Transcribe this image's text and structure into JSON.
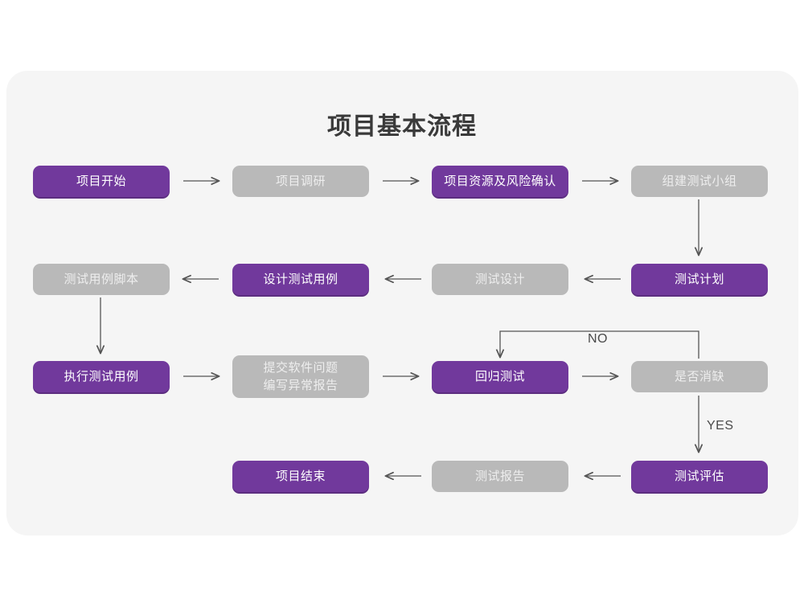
{
  "page": {
    "background": "#ffffff",
    "card_background": "#f5f5f5"
  },
  "colors": {
    "purple": "#71399c",
    "purple_shadow": "#5c2d80",
    "gray": "#b9b9b9",
    "gray_text": "#eeeeee",
    "purple_text": "#ffffff",
    "title_text": "#3a3a3a",
    "arrow": "#555555",
    "label_text": "#4a4a4a"
  },
  "chart_data": {
    "type": "diagram",
    "title": "项目基本流程",
    "nodes": [
      {
        "id": "n1",
        "label": "项目开始",
        "style": "purple",
        "row": 1,
        "col": 1
      },
      {
        "id": "n2",
        "label": "项目调研",
        "style": "gray",
        "row": 1,
        "col": 2
      },
      {
        "id": "n3",
        "label": "项目资源及风险确认",
        "style": "purple",
        "row": 1,
        "col": 3
      },
      {
        "id": "n4",
        "label": "组建测试小组",
        "style": "gray",
        "row": 1,
        "col": 4
      },
      {
        "id": "n5",
        "label": "测试用例脚本",
        "style": "gray",
        "row": 2,
        "col": 1
      },
      {
        "id": "n6",
        "label": "设计测试用例",
        "style": "purple",
        "row": 2,
        "col": 2
      },
      {
        "id": "n7",
        "label": "测试设计",
        "style": "gray",
        "row": 2,
        "col": 3
      },
      {
        "id": "n8",
        "label": "测试计划",
        "style": "purple",
        "row": 2,
        "col": 4
      },
      {
        "id": "n9",
        "label": "执行测试用例",
        "style": "purple",
        "row": 3,
        "col": 1
      },
      {
        "id": "n10",
        "label": "提交软件问题\n编写异常报告",
        "style": "gray",
        "row": 3,
        "col": 2
      },
      {
        "id": "n11",
        "label": "回归测试",
        "style": "purple",
        "row": 3,
        "col": 3
      },
      {
        "id": "n12",
        "label": "是否消缺",
        "style": "gray",
        "row": 3,
        "col": 4
      },
      {
        "id": "n13",
        "label": "项目结束",
        "style": "purple",
        "row": 4,
        "col": 2
      },
      {
        "id": "n14",
        "label": "测试报告",
        "style": "gray",
        "row": 4,
        "col": 3
      },
      {
        "id": "n15",
        "label": "测试评估",
        "style": "purple",
        "row": 4,
        "col": 4
      }
    ],
    "edges": [
      {
        "from": "n1",
        "to": "n2",
        "label": "",
        "direction": "right"
      },
      {
        "from": "n2",
        "to": "n3",
        "label": "",
        "direction": "right"
      },
      {
        "from": "n3",
        "to": "n4",
        "label": "",
        "direction": "right"
      },
      {
        "from": "n4",
        "to": "n8",
        "label": "",
        "direction": "down"
      },
      {
        "from": "n8",
        "to": "n7",
        "label": "",
        "direction": "left"
      },
      {
        "from": "n7",
        "to": "n6",
        "label": "",
        "direction": "left"
      },
      {
        "from": "n6",
        "to": "n5",
        "label": "",
        "direction": "left"
      },
      {
        "from": "n5",
        "to": "n9",
        "label": "",
        "direction": "down"
      },
      {
        "from": "n9",
        "to": "n10",
        "label": "",
        "direction": "right"
      },
      {
        "from": "n10",
        "to": "n11",
        "label": "",
        "direction": "right"
      },
      {
        "from": "n11",
        "to": "n12",
        "label": "",
        "direction": "right"
      },
      {
        "from": "n12",
        "to": "n11",
        "label": "NO",
        "direction": "loop-up-left"
      },
      {
        "from": "n12",
        "to": "n15",
        "label": "YES",
        "direction": "down"
      },
      {
        "from": "n15",
        "to": "n14",
        "label": "",
        "direction": "left"
      },
      {
        "from": "n14",
        "to": "n13",
        "label": "",
        "direction": "left"
      }
    ],
    "edge_labels": [
      {
        "id": "no-label",
        "text": "NO"
      },
      {
        "id": "yes-label",
        "text": "YES"
      }
    ]
  }
}
